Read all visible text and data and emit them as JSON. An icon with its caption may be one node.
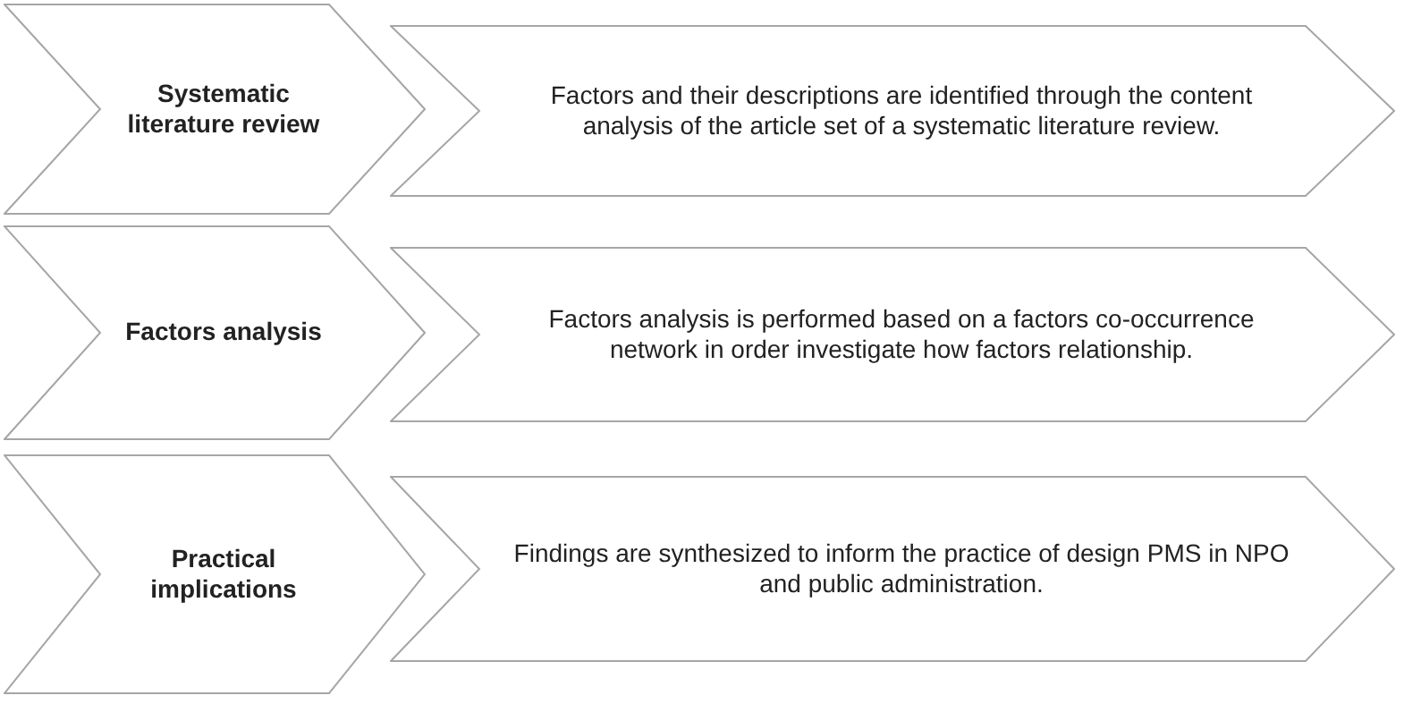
{
  "diagram": {
    "nodes": [
      {
        "text": [
          "Systematic literature review"
        ]
      },
      {
        "text": [
          "Factors and their descriptions are identified through the content analysis of the article set of a systematic literature review."
        ]
      },
      {
        "text": [
          "Factors analysis"
        ]
      },
      {
        "text": [
          "Factors analysis is performed based on a factors co-occurrence network in order investigate how factors relationship."
        ]
      },
      {
        "text": [
          "Practical implications"
        ]
      },
      {
        "text": [
          "Findings are synthesized to inform the practice of design PMS in NPO and public administration."
        ]
      }
    ]
  }
}
